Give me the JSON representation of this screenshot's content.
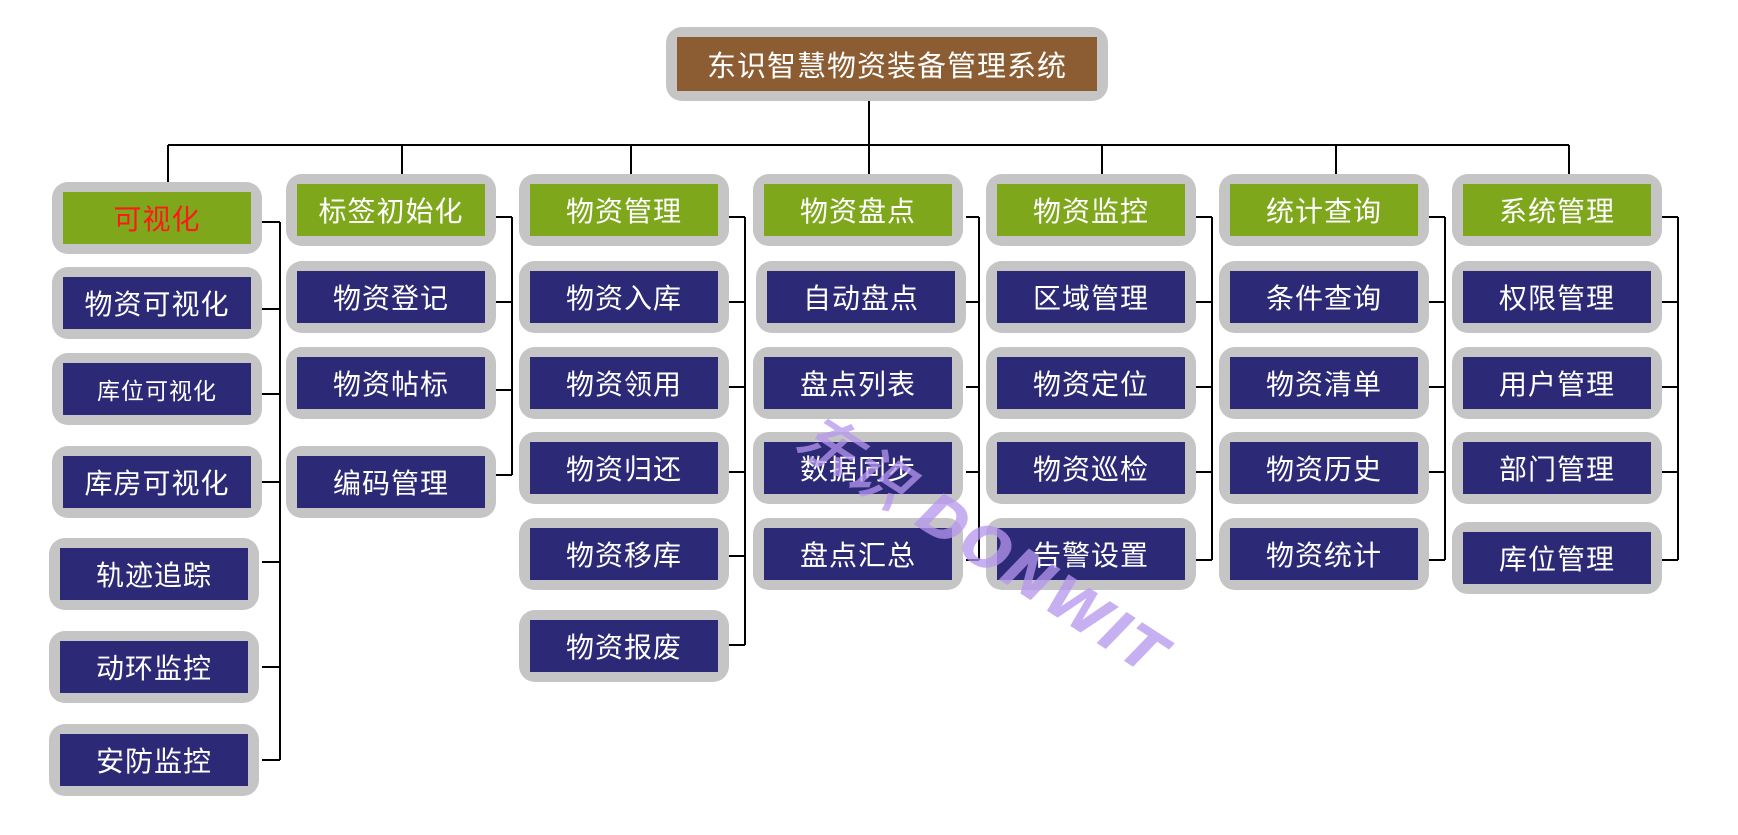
{
  "root": "东识智慧物资装备管理系统",
  "watermark": "东识 DONWIT",
  "columns": [
    {
      "title": "可视化",
      "items": [
        "物资可视化",
        "库位可视化",
        "库房可视化",
        "轨迹追踪",
        "动环监控",
        "安防监控"
      ]
    },
    {
      "title": "标签初始化",
      "items": [
        "物资登记",
        "物资帖标",
        "编码管理"
      ]
    },
    {
      "title": "物资管理",
      "items": [
        "物资入库",
        "物资领用",
        "物资归还",
        "物资移库",
        "物资报废"
      ]
    },
    {
      "title": "物资盘点",
      "items": [
        "自动盘点",
        "盘点列表",
        "数据同步",
        "盘点汇总"
      ]
    },
    {
      "title": "物资监控",
      "items": [
        "区域管理",
        "物资定位",
        "物资巡检",
        "告警设置"
      ]
    },
    {
      "title": "统计查询",
      "items": [
        "条件查询",
        "物资清单",
        "物资历史",
        "物资统计"
      ]
    },
    {
      "title": "系统管理",
      "items": [
        "权限管理",
        "用户管理",
        "部门管理",
        "库位管理"
      ]
    }
  ],
  "colors": {
    "root_fill": "#8c5c33",
    "header_fill": "#7fa71c",
    "item_fill": "#2c2a77",
    "frame": "#c5c5c5",
    "connector": "#000000",
    "highlight_text": "#ff1818",
    "watermark": "#b596ee"
  }
}
